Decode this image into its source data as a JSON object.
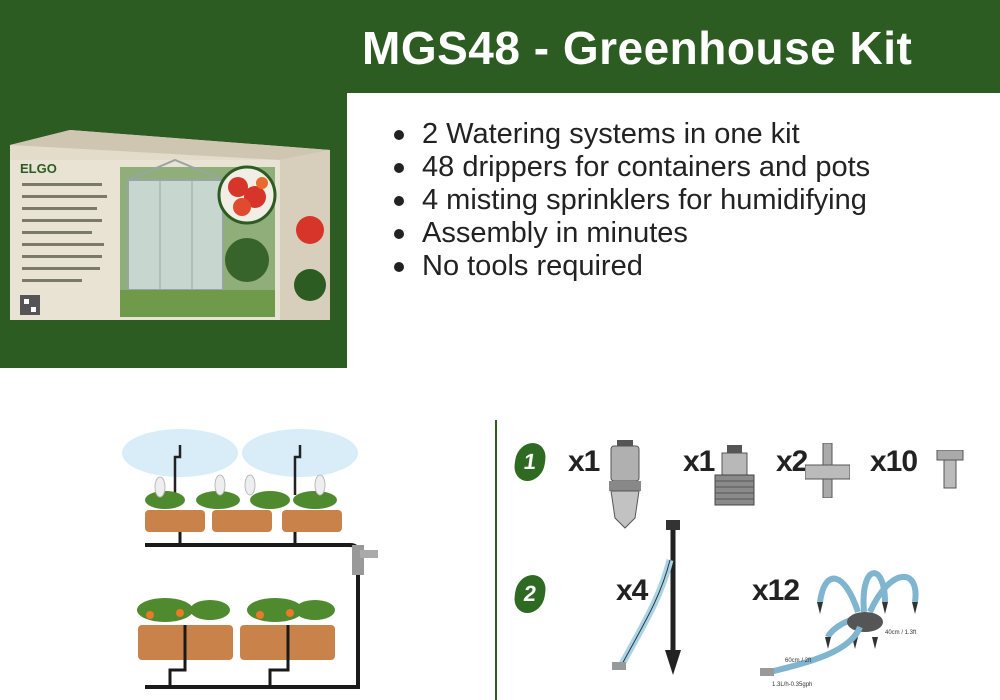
{
  "header": {
    "title": "MGS48 - Greenhouse Kit"
  },
  "features": [
    "2 Watering systems in one kit",
    "48 drippers for containers and pots",
    "4 misting sprinklers for humidifying",
    "Assembly in minutes",
    "No tools required"
  ],
  "box": {
    "brand": "ELGO"
  },
  "kit1": {
    "badge": "1",
    "q1": "x1",
    "q2": "x1",
    "q3": "x2",
    "q4": "x10"
  },
  "kit2": {
    "badge": "2",
    "q1": "x4",
    "q2": "x12",
    "len1": "40cm / 1.3ft",
    "len2": "60cm / 2ft",
    "flow": "1.3L/h-0.35gph"
  },
  "colors": {
    "green": "#2d5c22",
    "pipe": "#1a1a1a",
    "tube": "#a9d3e6",
    "planter": "#c9824a"
  }
}
